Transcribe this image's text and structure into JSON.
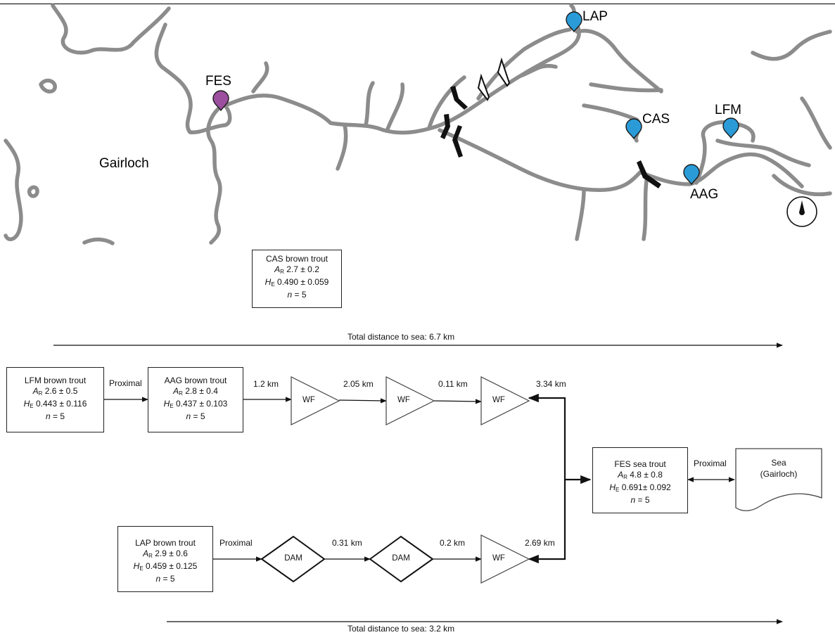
{
  "map": {
    "place_label": "Gairloch",
    "sites": [
      {
        "code": "LAP",
        "color": "#2b9bd8"
      },
      {
        "code": "FES",
        "color": "#9b4f9e"
      },
      {
        "code": "CAS",
        "color": "#2b9bd8"
      },
      {
        "code": "LFM",
        "color": "#2b9bd8"
      },
      {
        "code": "AAG",
        "color": "#2b9bd8"
      }
    ],
    "compass_icon": "north-arrow-icon",
    "river_color": "#8c8c8c"
  },
  "populations": {
    "cas": {
      "title": "CAS brown trout",
      "ar": "2.7 ± 0.2",
      "he": "0.490 ± 0.059",
      "n": "5"
    },
    "lfm": {
      "title": "LFM brown trout",
      "ar": "2.6 ± 0.5",
      "he": "0.443 ± 0.116",
      "n": "5"
    },
    "aag": {
      "title": "AAG brown trout",
      "ar": "2.8 ± 0.4",
      "he": "0.437 ± 0.103",
      "n": "5"
    },
    "lap": {
      "title": "LAP brown trout",
      "ar": "2.9 ± 0.6",
      "he": "0.459 ± 0.125",
      "n": "5"
    },
    "fes": {
      "title": "FES sea trout",
      "ar": "4.8 ± 0.8",
      "he": "0.691± 0.092",
      "n": "5"
    }
  },
  "symbols": {
    "ar": "A",
    "ar_sub": "R",
    "he": "H",
    "he_sub": "E",
    "n": "n",
    "eq": " = "
  },
  "sea": {
    "line1": "Sea",
    "line2": "(Gairloch)"
  },
  "barriers": {
    "wf": "WF",
    "dam": "DAM"
  },
  "edges": {
    "lfm_aag": "Proximal",
    "aag_wf1": "1.2 km",
    "wf1_wf2": "2.05 km",
    "wf2_wf3": "0.11 km",
    "wf3_fes": "3.34 km",
    "lap_dam1": "Proximal",
    "dam1_dam2": "0.31 km",
    "dam2_wf4": "0.2 km",
    "wf4_fes": "2.69 km",
    "fes_sea": "Proximal"
  },
  "distances": {
    "upper": "Total distance to sea: 6.7 km",
    "lower": "Total distance to sea: 3.2 km"
  }
}
